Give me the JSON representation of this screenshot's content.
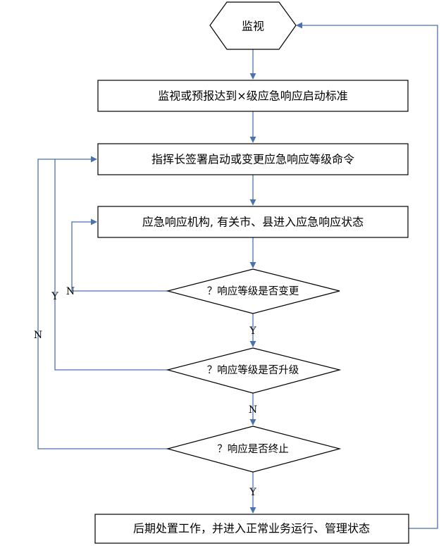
{
  "nodes": {
    "start": "监视",
    "step1": "监视或预报达到×级应急响应启动标准",
    "step2": "指挥长签署启动或变更应急响应等级命令",
    "step3": "应急响应机构, 有关市、县进入应急响应状态",
    "decision1": "？响应等级是否变更",
    "decision2": "？响应等级是否升级",
    "decision3": "？响应是否终止",
    "end": "后期处置工作，并进入正常业务运行、管理状态"
  },
  "edge_labels": {
    "d1_no": "N",
    "d1_yes": "Y",
    "d2_yes": "Y",
    "d2_no": "N",
    "d3_no": "N",
    "d3_yes": "Y"
  },
  "colors": {
    "connector": "#4a72b0",
    "border": "#000000",
    "fill": "#ffffff"
  }
}
